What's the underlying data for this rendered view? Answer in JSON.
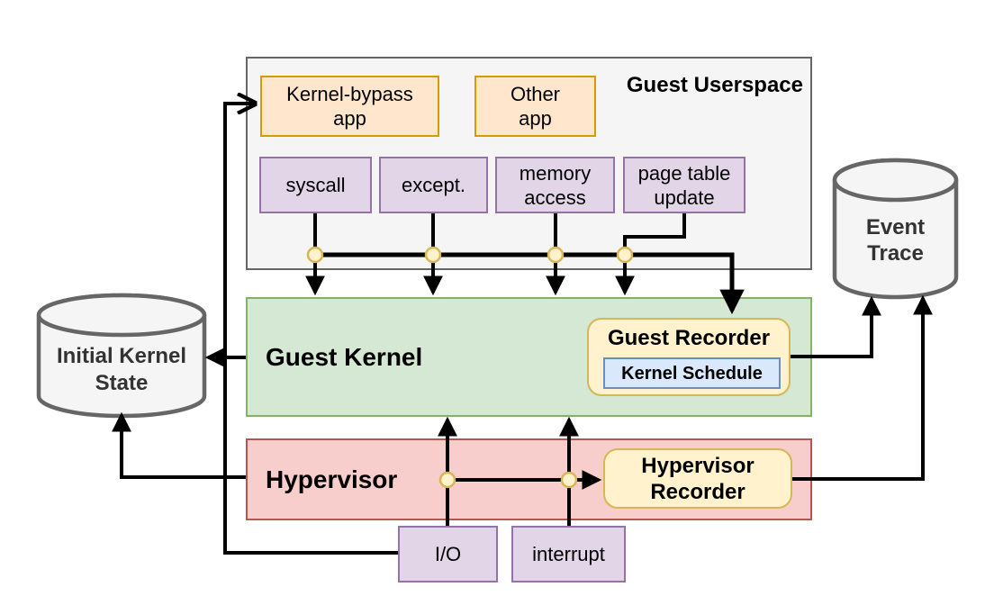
{
  "colors": {
    "orange_fill": "#FFE6CC",
    "orange_stroke": "#D79B00",
    "purple_fill": "#E1D5E7",
    "purple_stroke": "#9673A6",
    "green_fill": "#D5E8D4",
    "green_stroke": "#82B366",
    "red_fill": "#F8CECC",
    "red_stroke": "#B85450",
    "yellow_fill": "#FFF2CC",
    "yellow_stroke": "#D6B656",
    "blue_fill": "#DAE8FC",
    "blue_stroke": "#6C8EBF",
    "gray_fill": "#F5F5F5",
    "gray_stroke": "#666666",
    "connector": "#000000",
    "junction_fill": "#FFF2CC",
    "junction_stroke": "#D6B656",
    "cylinder_text": "#333333"
  },
  "userspace": {
    "title": "Guest Userspace",
    "kernel_bypass_app": {
      "line1": "Kernel-bypass",
      "line2": "app"
    },
    "other_app": {
      "line1": "Other",
      "line2": "app"
    },
    "syscall": "syscall",
    "except": "except.",
    "memory_access": {
      "line1": "memory",
      "line2": "access"
    },
    "page_table_update": {
      "line1": "page table",
      "line2": "update"
    }
  },
  "guest_kernel": {
    "title": "Guest Kernel",
    "recorder": {
      "title": "Guest Recorder",
      "kernel_schedule": "Kernel Schedule"
    }
  },
  "hypervisor": {
    "title": "Hypervisor",
    "recorder": {
      "line1": "Hypervisor",
      "line2": "Recorder"
    },
    "io": "I/O",
    "interrupt": "interrupt"
  },
  "stores": {
    "initial_kernel_state": {
      "line1": "Initial Kernel",
      "line2": "State"
    },
    "event_trace": {
      "line1": "Event",
      "line2": "Trace"
    }
  }
}
